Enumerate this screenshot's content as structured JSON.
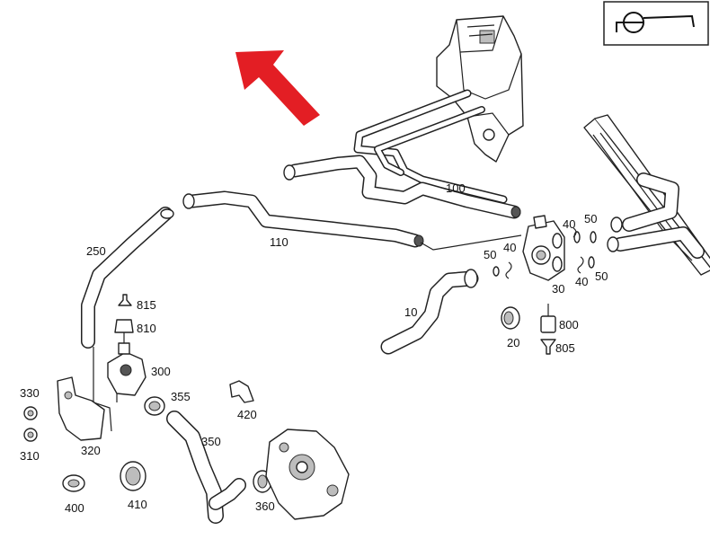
{
  "labels": [
    {
      "id": "100",
      "text": "100"
    },
    {
      "id": "110",
      "text": "110"
    },
    {
      "id": "250",
      "text": "250"
    },
    {
      "id": "815",
      "text": "815"
    },
    {
      "id": "810",
      "text": "810"
    },
    {
      "id": "300",
      "text": "300"
    },
    {
      "id": "355",
      "text": "355"
    },
    {
      "id": "420",
      "text": "420"
    },
    {
      "id": "350",
      "text": "350"
    },
    {
      "id": "330",
      "text": "330"
    },
    {
      "id": "310",
      "text": "310"
    },
    {
      "id": "320",
      "text": "320"
    },
    {
      "id": "400",
      "text": "400"
    },
    {
      "id": "410",
      "text": "410"
    },
    {
      "id": "360",
      "text": "360"
    },
    {
      "id": "10",
      "text": "10"
    },
    {
      "id": "20",
      "text": "20"
    },
    {
      "id": "30",
      "text": "30"
    },
    {
      "id": "800",
      "text": "800"
    },
    {
      "id": "805",
      "text": "805"
    },
    {
      "id": "50a",
      "text": "50"
    },
    {
      "id": "40a",
      "text": "40"
    },
    {
      "id": "40b",
      "text": "40"
    },
    {
      "id": "50b",
      "text": "50"
    },
    {
      "id": "40c",
      "text": "40"
    },
    {
      "id": "50c",
      "text": "50"
    }
  ],
  "colors": {
    "arrow": "#e31e24",
    "line": "#222222",
    "background": "#ffffff"
  },
  "icons": {
    "corner_symbol": "steering-wheel-symbol-icon",
    "pointer": "red-arrow-icon"
  }
}
